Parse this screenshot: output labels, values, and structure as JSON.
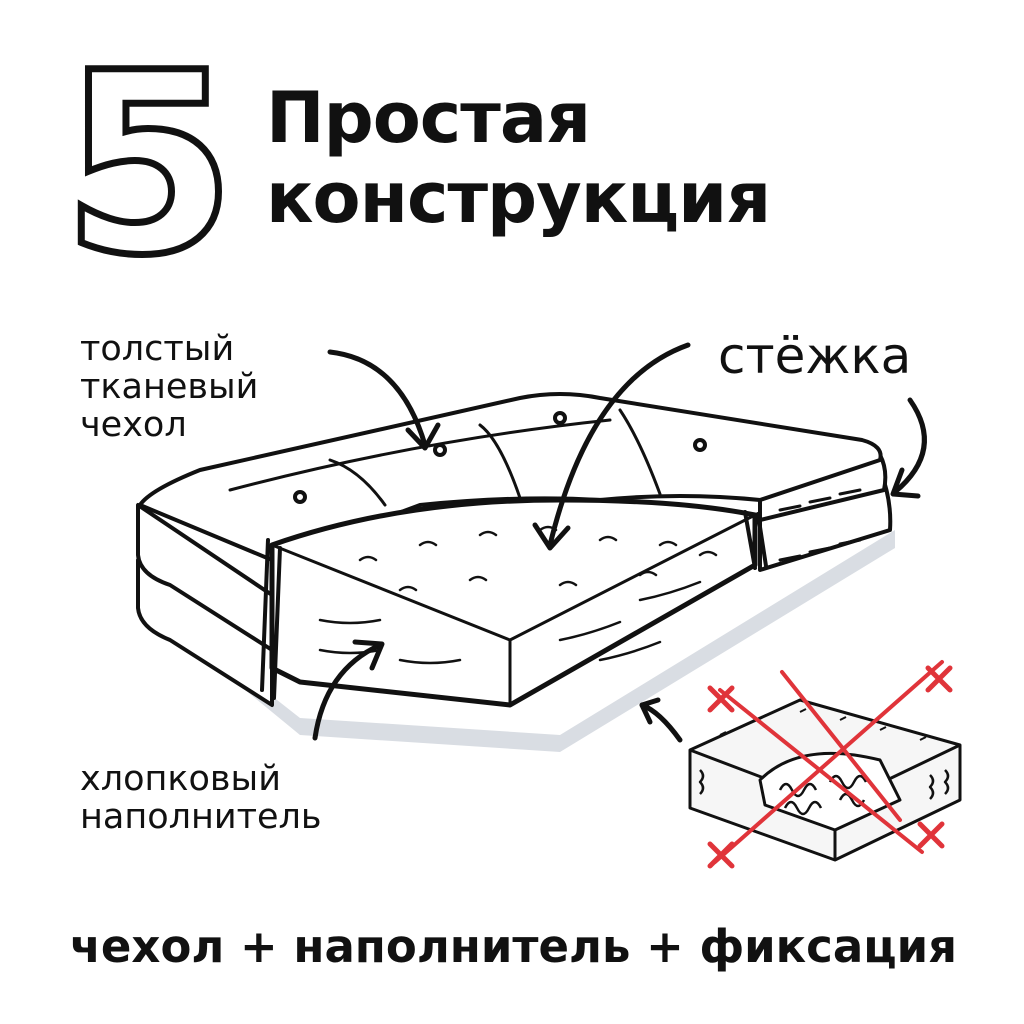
{
  "title": {
    "number": "5",
    "line1": "Простая",
    "line2": "конструкция"
  },
  "labels": {
    "cover": [
      "толстый",
      "тканевый",
      "чехол"
    ],
    "stitching": "стёжка",
    "filler": [
      "хлопковый",
      "наполнитель"
    ]
  },
  "formula": "чехол + наполнитель + фиксация",
  "icons": {
    "main": "futon-mattress-cutaway",
    "rejected": "spring-mattress-crossed"
  },
  "colors": {
    "ink": "#111111",
    "cross": "#e0343a",
    "shadow": "#d9dde3"
  }
}
